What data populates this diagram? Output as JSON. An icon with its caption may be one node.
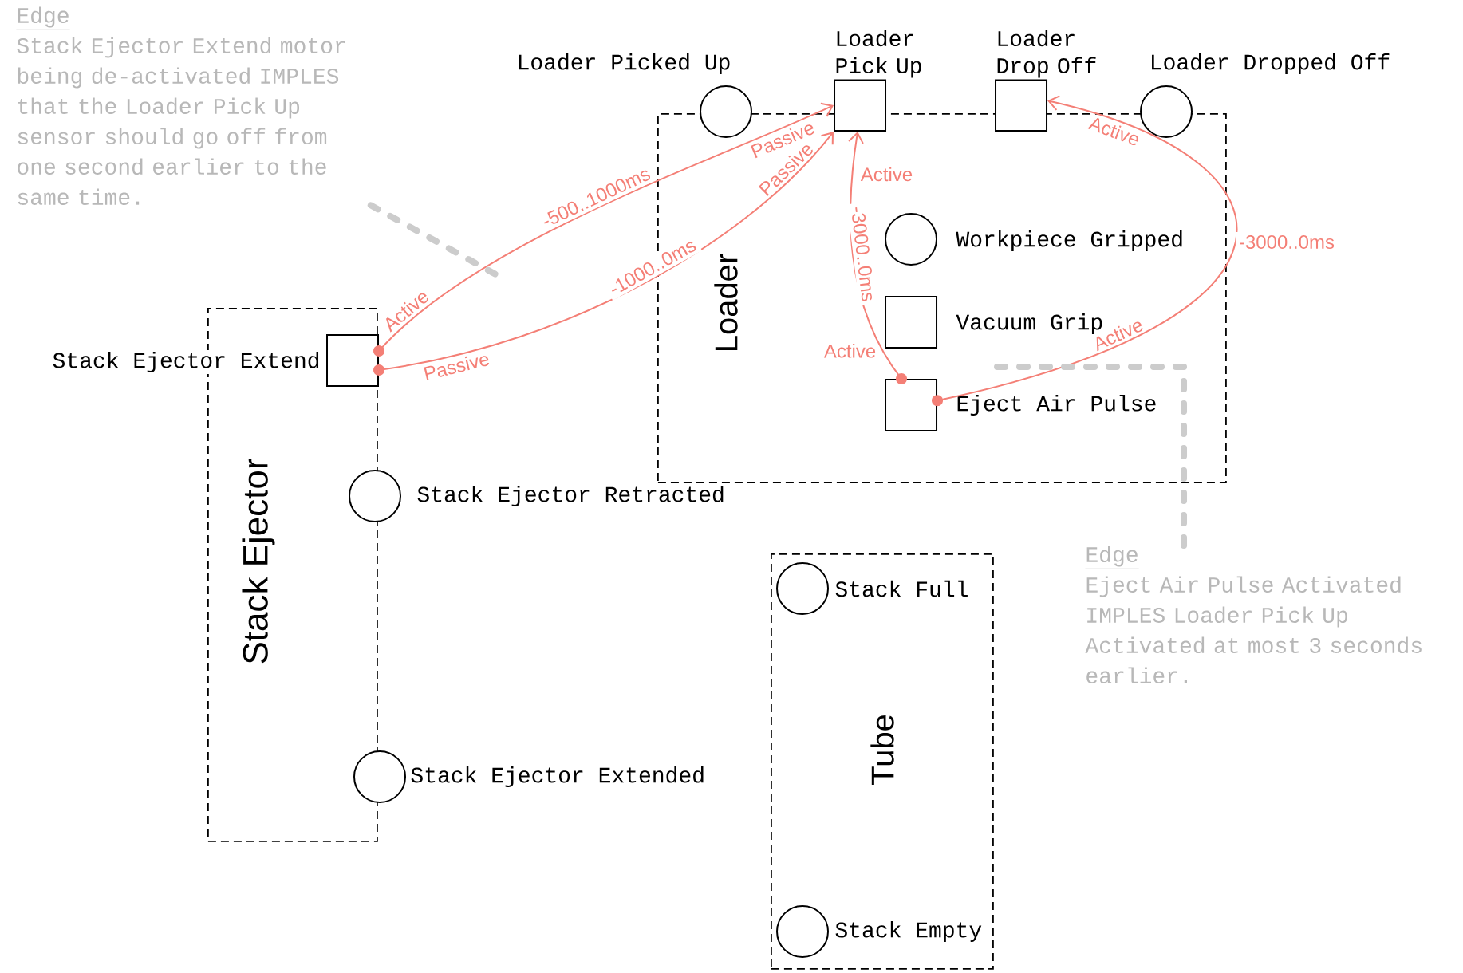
{
  "diagram": {
    "nodes": [
      {
        "text": [
          "Loader"
        ]
      },
      {
        "text": [
          "Loader Picked Up"
        ]
      },
      {
        "text": [
          "Loader Pick Up"
        ]
      },
      {
        "text": [
          "Loader Drop Off"
        ]
      },
      {
        "text": [
          "Loader Dropped Off"
        ]
      },
      {
        "text": [
          "Workpiece Gripped"
        ],
        "in": 0
      },
      {
        "text": [
          "Vacuum Grip"
        ],
        "in": 0
      },
      {
        "text": [
          "Eject Air Pulse"
        ],
        "in": 0
      },
      {
        "text": [
          "Stack Ejector"
        ]
      },
      {
        "text": [
          "Stack Ejector Extend"
        ]
      },
      {
        "text": [
          "Stack Ejector Retracted"
        ]
      },
      {
        "text": [
          "Stack Ejector Extended"
        ]
      },
      {
        "text": [
          "Tube"
        ]
      },
      {
        "text": [
          "Stack Full"
        ],
        "in": 12
      },
      {
        "text": [
          "Stack Empty"
        ],
        "in": 12
      },
      {
        "text": [
          "Edge",
          "Stack Ejector Extend motor being de-activated IMPLES that the Loader Pick Up sensor should go off from one second earlier to the same time."
        ]
      },
      {
        "text": [
          "Edge",
          "Eject Air Pulse Activated IMPLES Loader Pick Up Activated at most 3 seconds earlier."
        ]
      }
    ],
    "edges": [
      {
        "from": 9,
        "to": 2,
        "arrow": "to",
        "label": "-500..1000ms"
      },
      {
        "from": 9,
        "to": 2,
        "arrow": "to",
        "label": "-1000..0ms"
      },
      {
        "from": 7,
        "to": 2,
        "arrow": "to",
        "label": "-3000..0ms"
      },
      {
        "from": 7,
        "to": 3,
        "arrow": "to",
        "label": "-3000..0ms"
      },
      {
        "from": 15,
        "to": null,
        "arrow": "none",
        "style": "dashed",
        "color": "#cccccc"
      },
      {
        "from": 16,
        "to": null,
        "arrow": "none",
        "style": "dashed",
        "color": "#cccccc"
      }
    ],
    "labels": [
      "Passive",
      "Active",
      "Active",
      "Passive",
      "Active",
      "Active",
      "Active",
      "Passive"
    ]
  }
}
